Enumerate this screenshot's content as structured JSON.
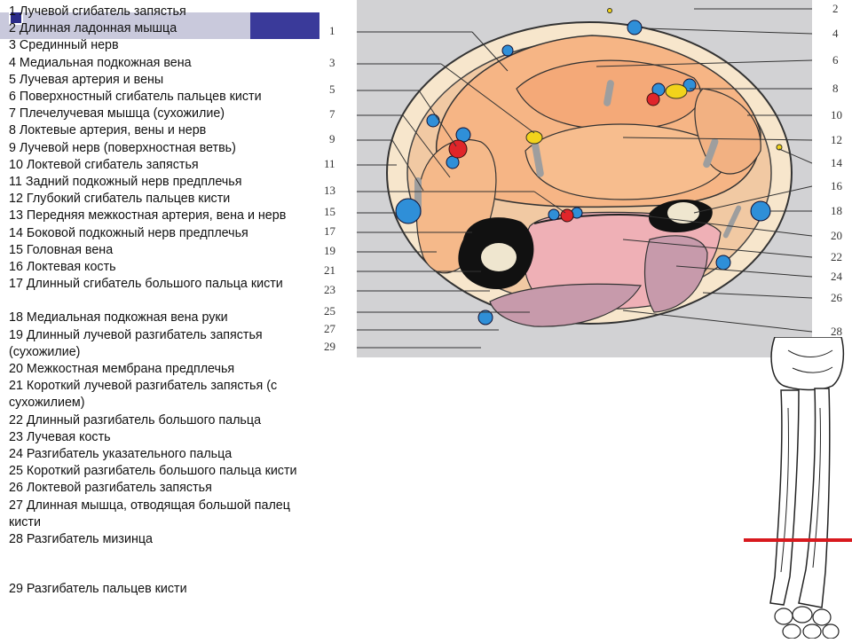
{
  "legend": [
    "1 Лучевой сгибатель запястья",
    "2 Длинная ладонная мышца",
    "3 Срединный нерв",
    "4 Медиальная подкожная вена",
    "5 Лучевая артерия и вены",
    "6 Поверхностный сгибатель пальцев кисти",
    "7 Плечелучевая мышца (сухожилие)",
    "8 Локтевые артерия, вены и нерв",
    "9 Лучевой нерв (поверхностная ветвь)",
    "10 Локтевой сгибатель запястья",
    "11 Задний подкожный нерв предплечья",
    "12 Глубокий сгибатель пальцев кисти",
    "13 Передняя межкостная артерия, вена и нерв",
    "14 Боковой подкожный нерв предплечья",
    "15 Головная вена",
    "16 Локтевая кость",
    "17 Длинный сгибатель большого пальца кисти",
    "18 Медиальная подкожная вена руки",
    "19 Длинный лучевой разгибатель запястья (сухожилие)",
    "20 Межкостная мембрана предплечья",
    "21 Короткий лучевой разгибатель запястья (с сухожилием)",
    "22 Длинный разгибатель большого пальца",
    "23 Лучевая кость",
    "24 Разгибатель указательного пальца",
    "25 Короткий разгибатель большого пальца кисти",
    "26 Локтевой разгибатель запястья",
    "27 Длинная мышца, отводящая большой палец кисти",
    "28 Разгибатель мизинца",
    "29 Разгибатель пальцев кисти"
  ],
  "diagram": {
    "left_numbers": [
      "1",
      "3",
      "5",
      "7",
      "9",
      "11",
      "13",
      "15",
      "17",
      "19",
      "21",
      "23",
      "25",
      "27",
      "29"
    ],
    "right_numbers": [
      "2",
      "4",
      "6",
      "8",
      "10",
      "12",
      "14",
      "16",
      "18",
      "20",
      "22",
      "24",
      "26",
      "28"
    ]
  },
  "colors": {
    "accent_light": "#c9c9dc",
    "accent_dark": "#3a3a9a",
    "panel_bg": "#d2d2d4",
    "skin": "#f7e6cc",
    "muscle_orange": "#f6b585",
    "muscle_pink": "#efb0b6",
    "muscle_mauve": "#c79aab",
    "vein_blue": "#2f8fd8",
    "artery_red": "#e0252a",
    "nerve_yellow": "#f2d31b",
    "marker_red": "#d8191e"
  }
}
